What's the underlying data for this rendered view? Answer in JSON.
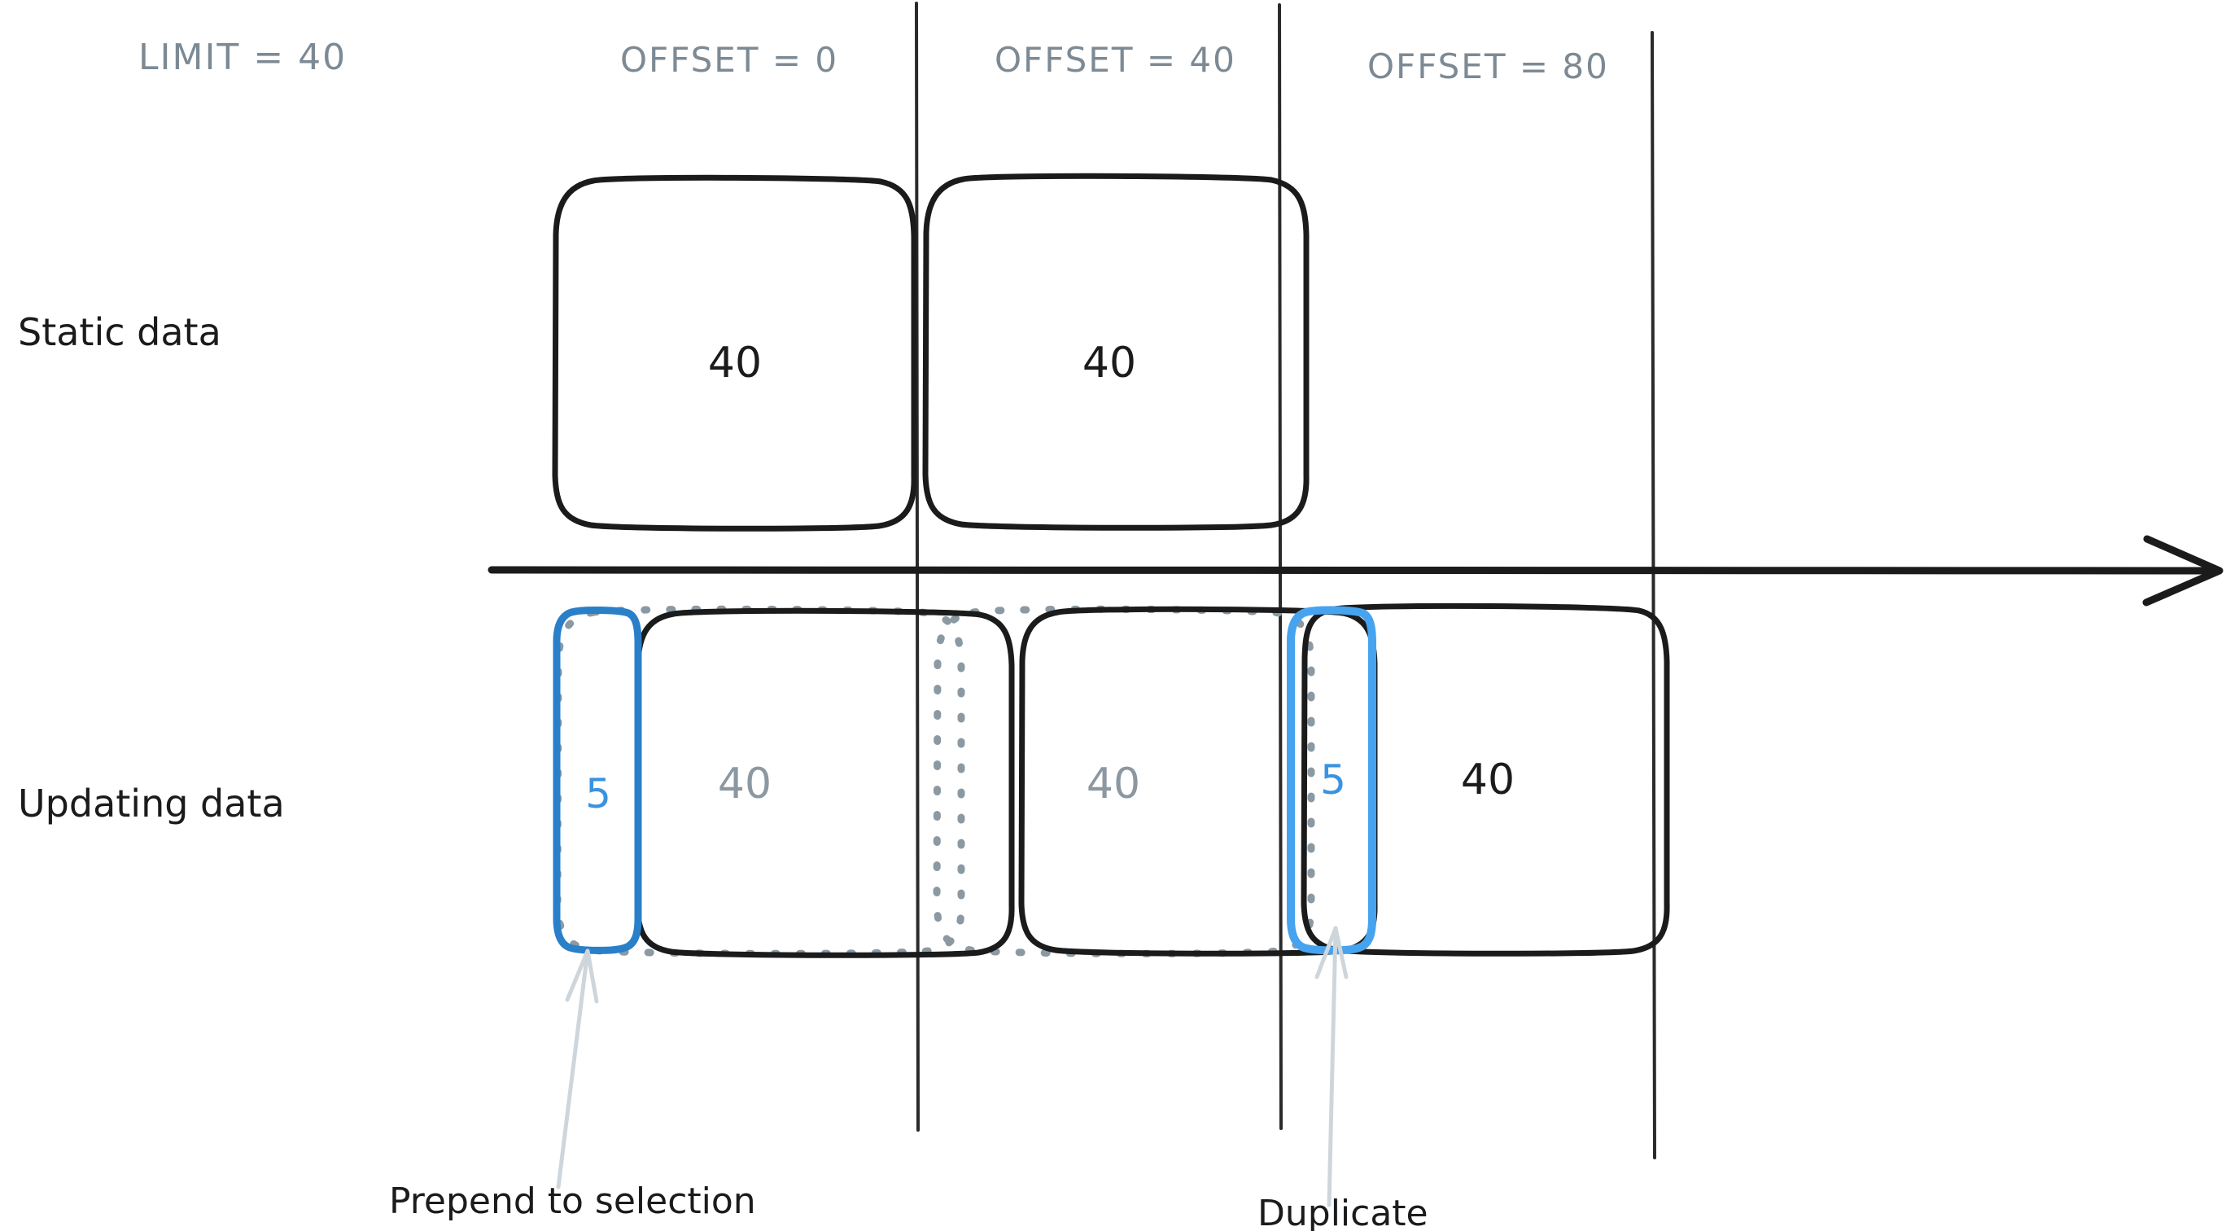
{
  "diagram": {
    "title_labels": {
      "limit": "LIMIT = 40"
    },
    "column_headers": [
      {
        "label": "OFFSET = 0"
      },
      {
        "label": "OFFSET = 40"
      },
      {
        "label": "OFFSET = 80"
      }
    ],
    "row_labels": [
      {
        "label": "Static data"
      },
      {
        "label": "Updating data"
      }
    ],
    "static_row": {
      "pages": [
        {
          "value": "40"
        },
        {
          "value": "40"
        }
      ]
    },
    "updating_row": {
      "inserted_blocks": [
        {
          "value": "5"
        },
        {
          "value": "5"
        }
      ],
      "pages": [
        {
          "value": "40"
        },
        {
          "value": "40"
        },
        {
          "value": "40"
        }
      ]
    },
    "annotations": [
      {
        "label": "Prepend to selection"
      },
      {
        "label": "Duplicate"
      }
    ],
    "colors": {
      "ink": "#1b1b1b",
      "muted": "#7d8a94",
      "accent": "#2a7fc9",
      "accent_light": "#46a3ef",
      "ghost": "#8b99a3",
      "arrow_gray": "#ced6dc",
      "background": "#ffffff"
    }
  }
}
